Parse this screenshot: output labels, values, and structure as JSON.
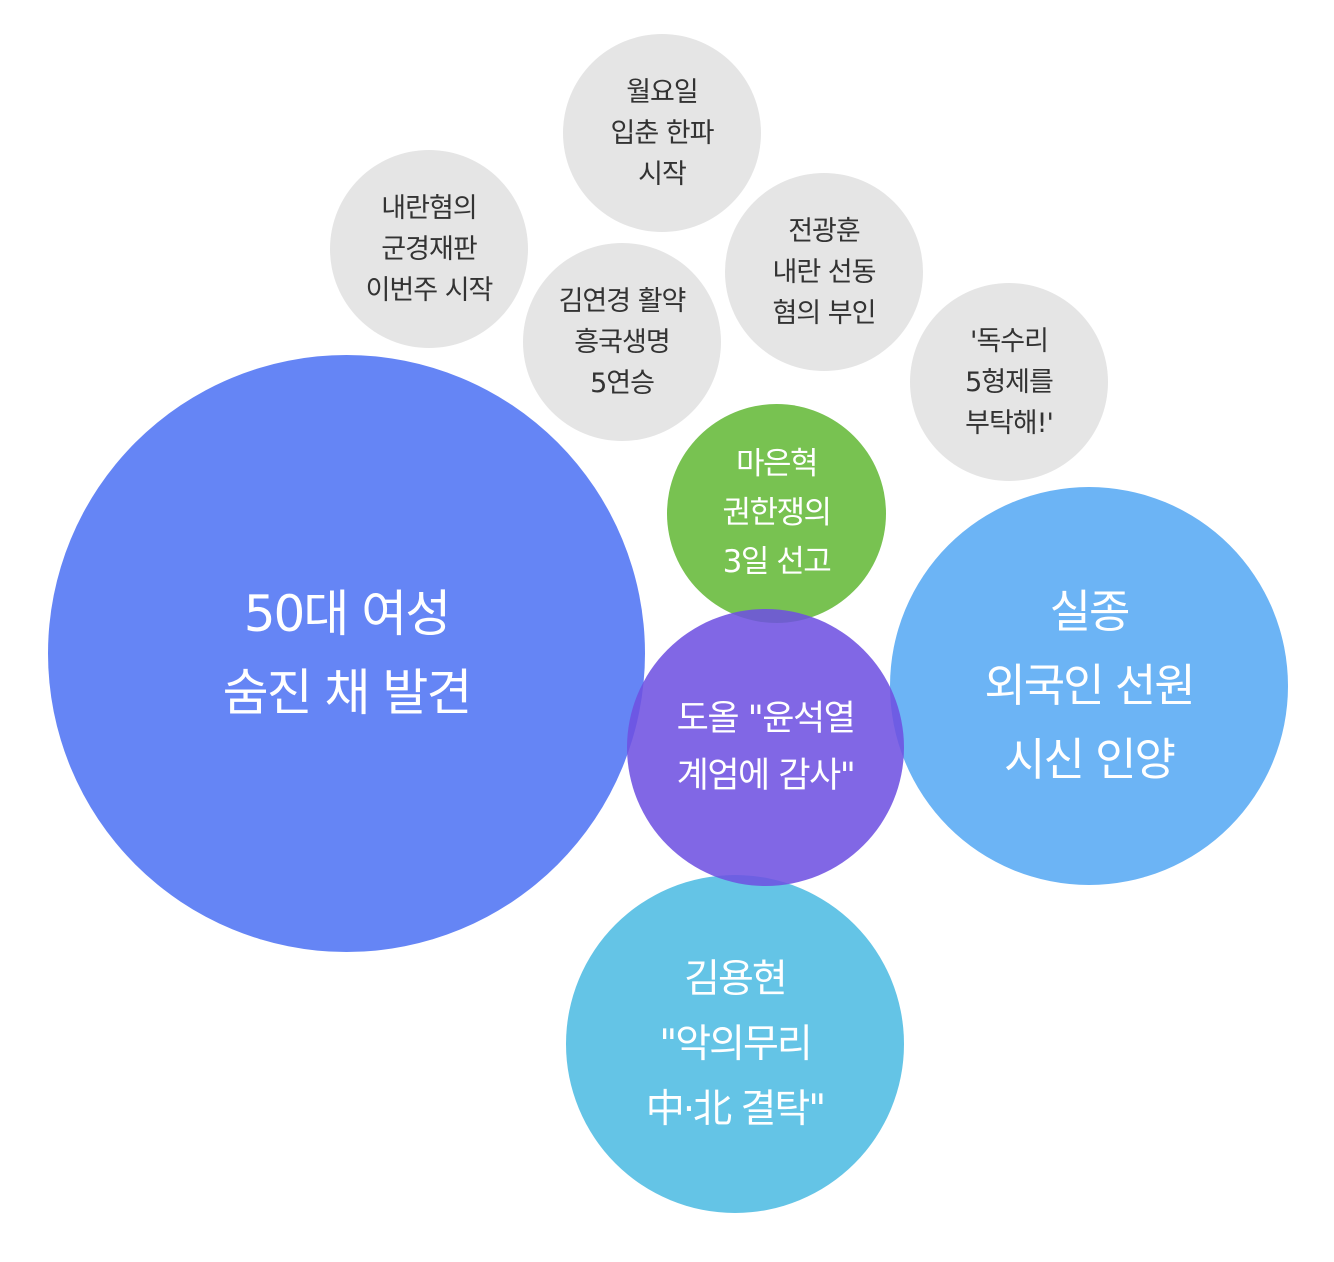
{
  "bubbles": {
    "woman": {
      "label": "50대 여성\n숨진 채 발견"
    },
    "sailor": {
      "label": "실종\n외국인 선원\n시신 인양"
    },
    "kimyh": {
      "label": "김용현\n\"악의무리\n中·北 결탁\""
    },
    "maeh": {
      "label": "마은혁\n권한쟁의\n3일 선고"
    },
    "doall": {
      "label": "도올 \"윤석열\n계엄에 감사\""
    },
    "monday": {
      "label": "월요일\n입춘 한파\n시작"
    },
    "court": {
      "label": "내란혐의\n군경재판\n이번주 시작"
    },
    "jeon": {
      "label": "전광훈\n내란 선동\n혐의 부인"
    },
    "kimyk": {
      "label": "김연경 활약\n흥국생명\n5연승"
    },
    "eagle": {
      "label": "'독수리\n5형제를\n부탁해!'"
    }
  },
  "colors": {
    "woman": "#6585f5",
    "sailor": "#6cb4f5",
    "kimyh": "#58c0e4",
    "maeh": "#78c251",
    "doall": "#6e50e1",
    "gray": "#e5e5e5",
    "gray_text": "#333333",
    "white_text": "#ffffff"
  }
}
